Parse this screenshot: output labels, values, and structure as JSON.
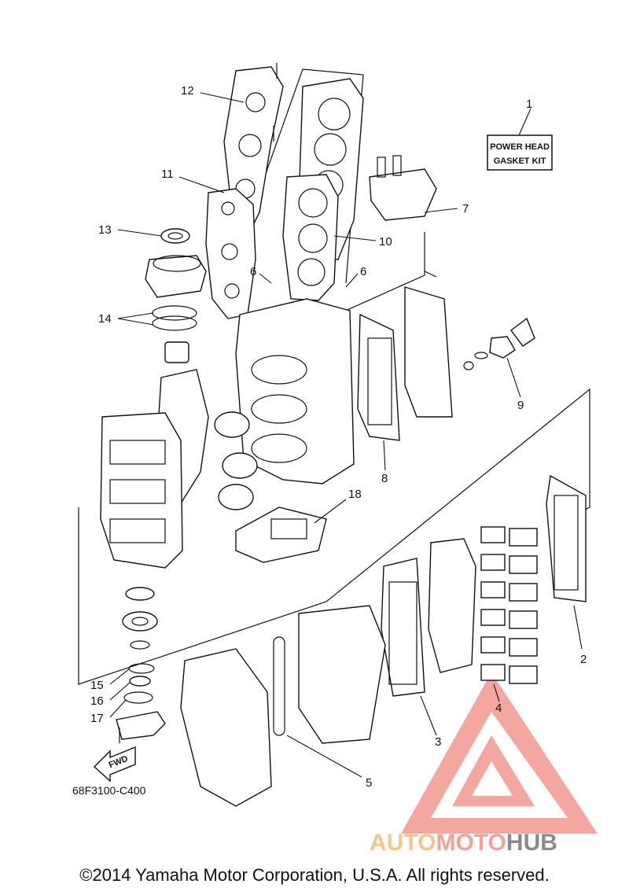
{
  "kit_box": {
    "line1": "POWER HEAD",
    "line2": "GASKET KIT"
  },
  "drawing_code": "68F3100-C400",
  "fwd_label": "FWD",
  "callouts": [
    "1",
    "2",
    "3",
    "4",
    "5",
    "6",
    "6",
    "7",
    "8",
    "9",
    "10",
    "11",
    "12",
    "13",
    "14",
    "15",
    "16",
    "17",
    "18"
  ],
  "watermark": {
    "part1": "AUTO",
    "part2": "MOTO",
    "part3": "HUB",
    "colors": [
      "#f5c58a",
      "#f3a29a",
      "#8a8a8a"
    ]
  },
  "copyright": "©2014 Yamaha Motor Corporation, U.S.A. All rights reserved."
}
